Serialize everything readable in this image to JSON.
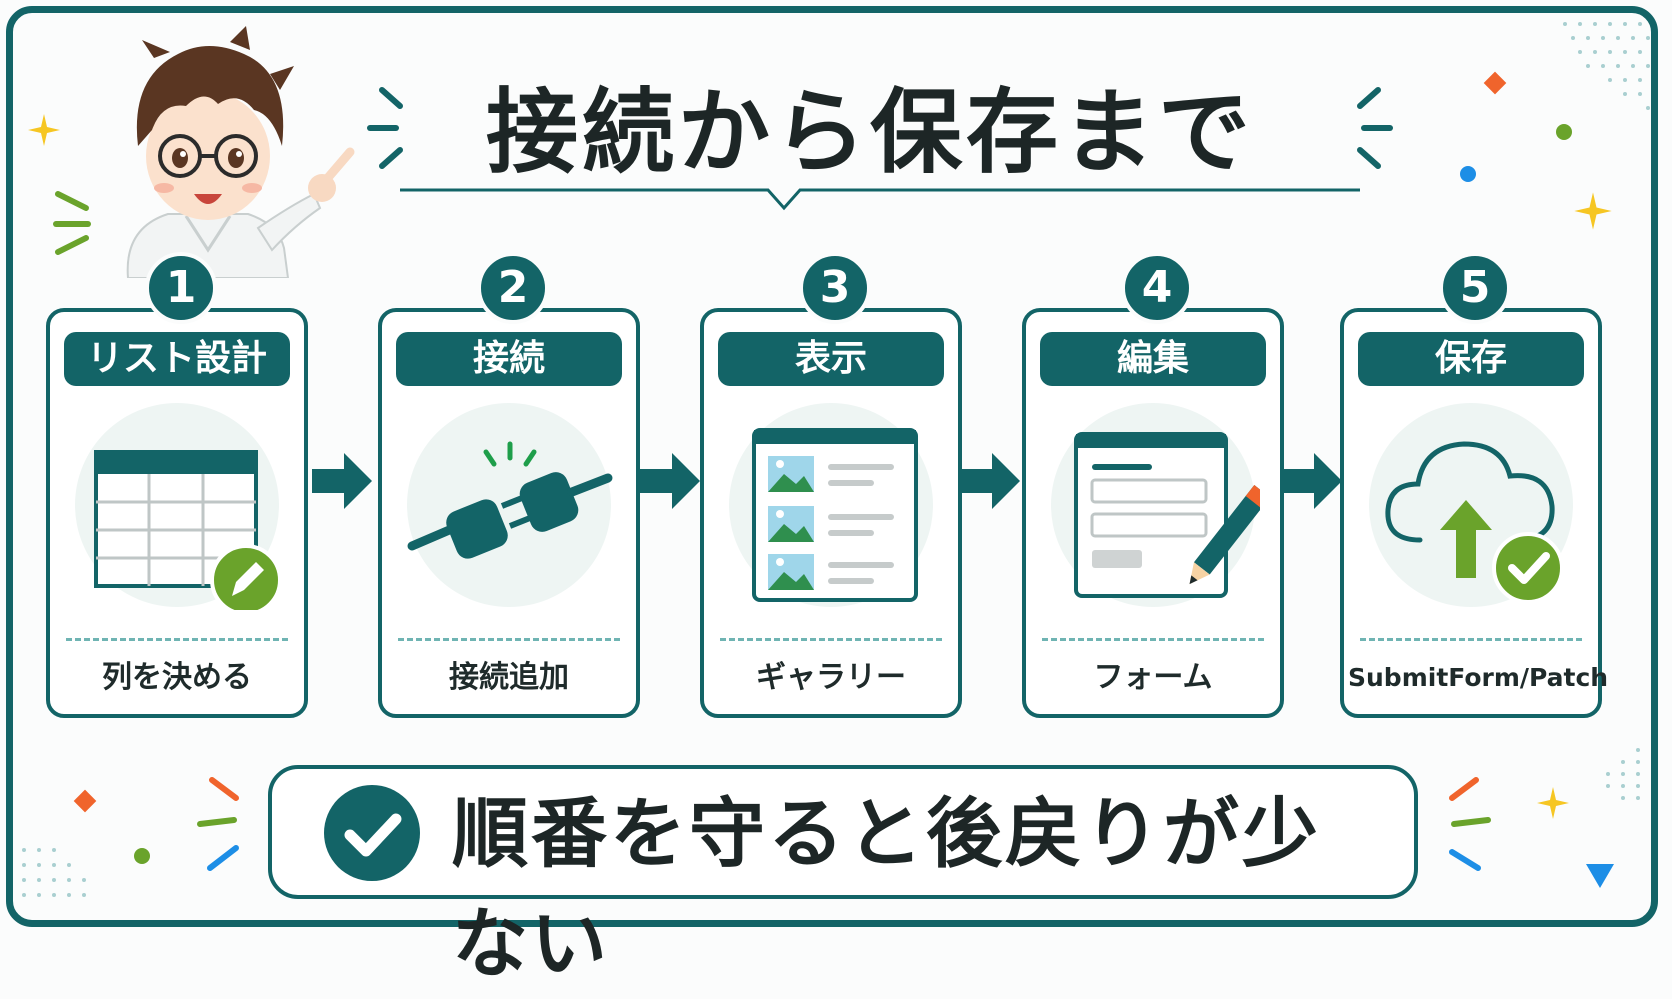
{
  "title": "接続から保存まで",
  "steps": [
    {
      "number": "1",
      "label": "リスト設計",
      "caption": "列を決める",
      "icon": "table-edit-icon"
    },
    {
      "number": "2",
      "label": "接続",
      "caption": "接続追加",
      "icon": "plug-connect-icon"
    },
    {
      "number": "3",
      "label": "表示",
      "caption": "ギャラリー",
      "icon": "gallery-list-icon"
    },
    {
      "number": "4",
      "label": "編集",
      "caption": "フォーム",
      "icon": "form-edit-icon"
    },
    {
      "number": "5",
      "label": "保存",
      "caption": "SubmitForm/Patch",
      "icon": "cloud-upload-check-icon"
    }
  ],
  "banner": {
    "text": "順番を守ると後戻りが少ない",
    "icon": "check-icon"
  },
  "colors": {
    "primary": "#136467",
    "accent_green": "#6aa32b",
    "accent_orange": "#f0642c",
    "accent_yellow": "#f6c623",
    "accent_blue": "#1d8ee6"
  }
}
